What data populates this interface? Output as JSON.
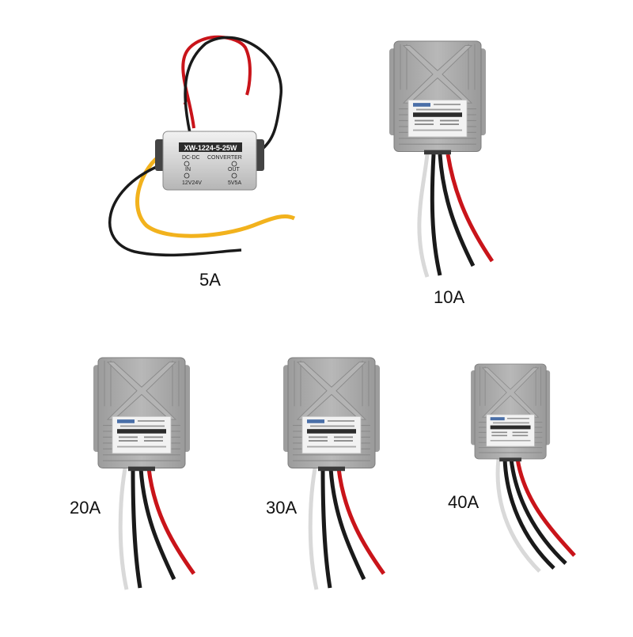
{
  "products": [
    {
      "id": "5a",
      "label": "5A",
      "case_text": {
        "model": "XW-1224-5-25W",
        "type": "DC-DC",
        "name": "CONVERTER",
        "in": "IN",
        "out": "OUT",
        "input": "12V24V",
        "output": "5V5A"
      }
    },
    {
      "id": "10a",
      "label": "10A"
    },
    {
      "id": "20a",
      "label": "20A"
    },
    {
      "id": "30a",
      "label": "30A"
    },
    {
      "id": "40a",
      "label": "40A"
    }
  ],
  "wire_colors": {
    "red": "#c9141a",
    "black": "#1a1a1a",
    "yellow": "#f2b21d",
    "white": "#d9d9d9"
  },
  "case_colors": {
    "silver": "#c9c9c9",
    "grey": "#a8a8a8",
    "sticker": "#f0f0f0",
    "band": "#2c2c2c"
  }
}
